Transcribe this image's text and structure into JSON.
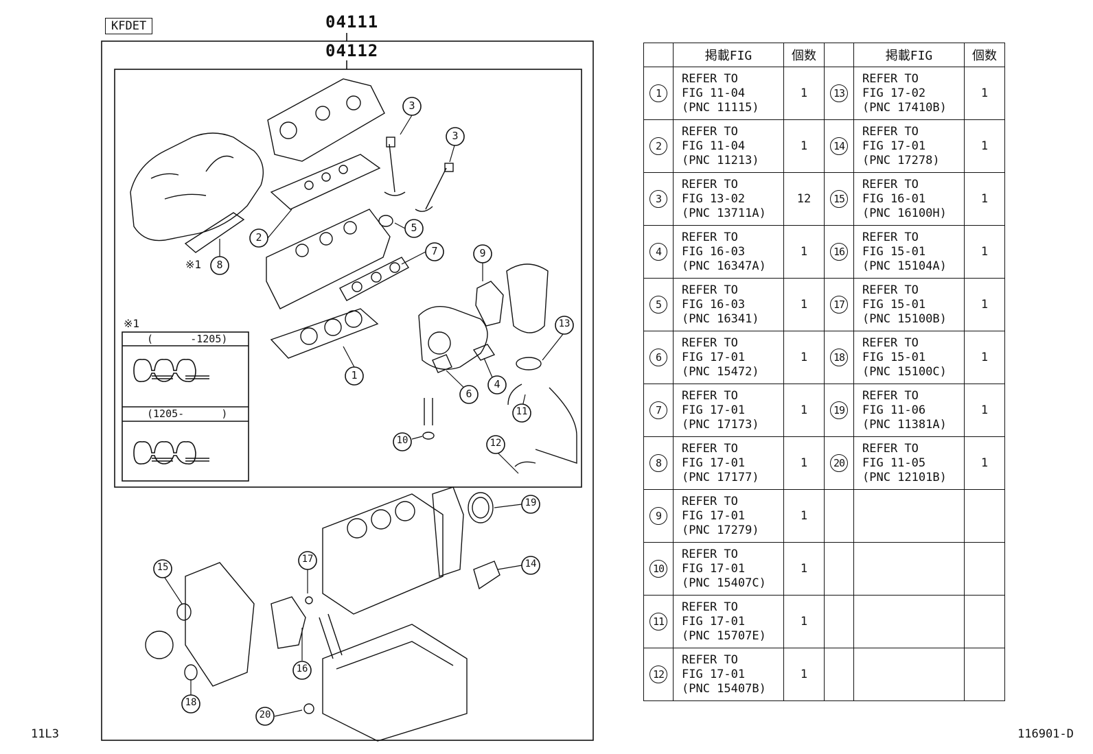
{
  "header": {
    "engine_badge": "KFDET",
    "kit_number_outer": "04111",
    "kit_number_inner": "04112"
  },
  "footer": {
    "left_code": "11L3",
    "right_code": "116901-D"
  },
  "diagram": {
    "inset_note_marker": "※1",
    "inset_range_before": "(      -1205)",
    "inset_range_after": "(1205-      )",
    "callouts": [
      {
        "id": "1",
        "label": "1"
      },
      {
        "id": "2",
        "label": "2"
      },
      {
        "id": "3a",
        "label": "3"
      },
      {
        "id": "3b",
        "label": "3"
      },
      {
        "id": "4",
        "label": "4"
      },
      {
        "id": "5",
        "label": "5"
      },
      {
        "id": "6",
        "label": "6"
      },
      {
        "id": "7",
        "label": "7"
      },
      {
        "id": "8",
        "label": "8"
      },
      {
        "id": "9",
        "label": "9"
      },
      {
        "id": "10",
        "label": "10"
      },
      {
        "id": "11",
        "label": "11"
      },
      {
        "id": "12",
        "label": "12"
      },
      {
        "id": "13",
        "label": "13"
      },
      {
        "id": "14",
        "label": "14"
      },
      {
        "id": "15",
        "label": "15"
      },
      {
        "id": "16",
        "label": "16"
      },
      {
        "id": "17",
        "label": "17"
      },
      {
        "id": "18",
        "label": "18"
      },
      {
        "id": "19",
        "label": "19"
      },
      {
        "id": "20",
        "label": "20"
      }
    ],
    "note_8": "※1"
  },
  "table": {
    "headers": [
      "",
      "掲載FIG",
      "個数",
      "",
      "掲載FIG",
      "個数"
    ],
    "rows": [
      {
        "l_no": "1",
        "l_ref": "REFER TO\nFIG 11-04\n(PNC 11115)",
        "l_qty": "1",
        "r_no": "13",
        "r_ref": "REFER TO\nFIG 17-02\n(PNC 17410B)",
        "r_qty": "1"
      },
      {
        "l_no": "2",
        "l_ref": "REFER TO\nFIG 11-04\n(PNC 11213)",
        "l_qty": "1",
        "r_no": "14",
        "r_ref": "REFER TO\nFIG 17-01\n(PNC 17278)",
        "r_qty": "1"
      },
      {
        "l_no": "3",
        "l_ref": "REFER TO\nFIG 13-02\n(PNC 13711A)",
        "l_qty": "12",
        "r_no": "15",
        "r_ref": "REFER TO\nFIG 16-01\n(PNC 16100H)",
        "r_qty": "1"
      },
      {
        "l_no": "4",
        "l_ref": "REFER TO\nFIG 16-03\n(PNC 16347A)",
        "l_qty": "1",
        "r_no": "16",
        "r_ref": "REFER TO\nFIG 15-01\n(PNC 15104A)",
        "r_qty": "1"
      },
      {
        "l_no": "5",
        "l_ref": "REFER TO\nFIG 16-03\n(PNC 16341)",
        "l_qty": "1",
        "r_no": "17",
        "r_ref": "REFER TO\nFIG 15-01\n(PNC 15100B)",
        "r_qty": "1"
      },
      {
        "l_no": "6",
        "l_ref": "REFER TO\nFIG 17-01\n(PNC 15472)",
        "l_qty": "1",
        "r_no": "18",
        "r_ref": "REFER TO\nFIG 15-01\n(PNC 15100C)",
        "r_qty": "1"
      },
      {
        "l_no": "7",
        "l_ref": "REFER TO\nFIG 17-01\n(PNC 17173)",
        "l_qty": "1",
        "r_no": "19",
        "r_ref": "REFER TO\nFIG 11-06\n(PNC 11381A)",
        "r_qty": "1"
      },
      {
        "l_no": "8",
        "l_ref": "REFER TO\nFIG 17-01\n(PNC 17177)",
        "l_qty": "1",
        "r_no": "20",
        "r_ref": "REFER TO\nFIG 11-05\n(PNC 12101B)",
        "r_qty": "1"
      },
      {
        "l_no": "9",
        "l_ref": "REFER TO\nFIG 17-01\n(PNC 17279)",
        "l_qty": "1",
        "r_no": "",
        "r_ref": "",
        "r_qty": ""
      },
      {
        "l_no": "10",
        "l_ref": "REFER TO\nFIG 17-01\n(PNC 15407C)",
        "l_qty": "1",
        "r_no": "",
        "r_ref": "",
        "r_qty": ""
      },
      {
        "l_no": "11",
        "l_ref": "REFER TO\nFIG 17-01\n(PNC 15707E)",
        "l_qty": "1",
        "r_no": "",
        "r_ref": "",
        "r_qty": ""
      },
      {
        "l_no": "12",
        "l_ref": "REFER TO\nFIG 17-01\n(PNC 15407B)",
        "l_qty": "1",
        "r_no": "",
        "r_ref": "",
        "r_qty": ""
      }
    ]
  }
}
